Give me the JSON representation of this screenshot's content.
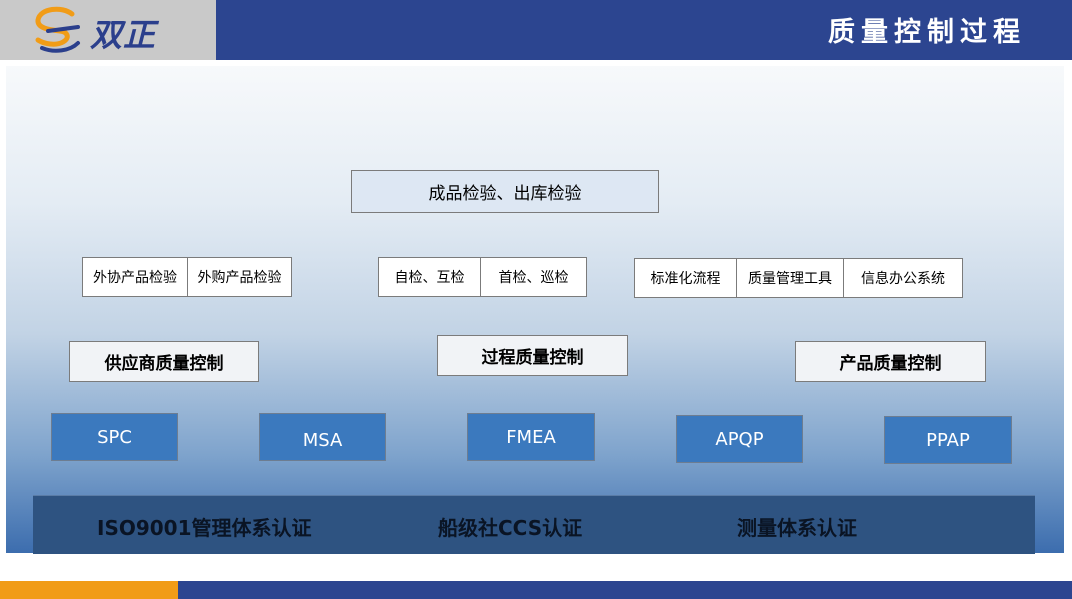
{
  "header": {
    "logo_text": "双正",
    "title": "质量控制过程"
  },
  "top_box": "成品检验、出库检验",
  "inspection_groups": [
    {
      "items": [
        "外协产品检验",
        "外购产品检验"
      ]
    },
    {
      "items": [
        "自检、互检",
        "首检、巡检"
      ]
    },
    {
      "items": [
        "标准化流程",
        "质量管理工具",
        "信息办公系统"
      ]
    }
  ],
  "controls": [
    "供应商质量控制",
    "过程质量控制",
    "产品质量控制"
  ],
  "tools": [
    "SPC",
    "MSA",
    "FMEA",
    "APQP",
    "PPAP"
  ],
  "certifications": [
    "ISO9001管理体系认证",
    "船级社CCS认证",
    "测量体系认证"
  ],
  "colors": {
    "header_blue": "#2c4590",
    "accent_orange": "#f19c17",
    "tool_blue": "#3b79be",
    "cert_bar": "#2e5381"
  }
}
